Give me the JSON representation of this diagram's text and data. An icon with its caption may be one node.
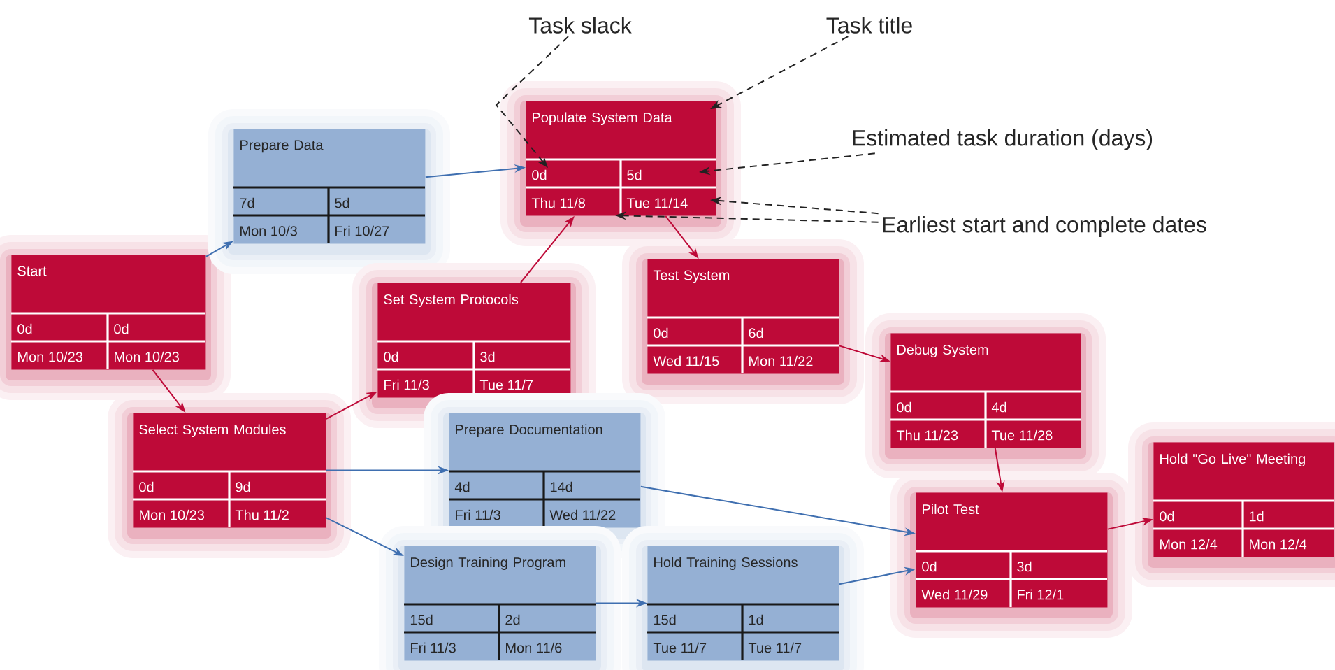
{
  "diagram": {
    "nodes": [
      {
        "text": [
          "Task slack"
        ]
      },
      {
        "text": [
          "Task title"
        ]
      },
      {
        "text": [
          "Start",
          "0d",
          "0d",
          "Mon 10/23",
          "Mon 10/23"
        ]
      },
      {
        "text": [
          "Prepare Data",
          "7d",
          "5d",
          "Mon 10/3",
          "Fri 10/27"
        ]
      },
      {
        "text": [
          "Populate System Data",
          "0d",
          "5d",
          "Thu 11/8",
          "Tue 11/14"
        ]
      },
      {
        "text": [
          "Estimated task duration (days)"
        ]
      },
      {
        "text": [
          "Earliest start and complete dates"
        ]
      },
      {
        "text": [
          "Set System Protocols",
          "0d",
          "3d",
          "Fri 11/3",
          "Tue 11/7"
        ]
      },
      {
        "text": [
          "Test System",
          "0d",
          "6d",
          "Wed 11/15",
          "Mon 11/22"
        ]
      },
      {
        "text": [
          "Select System Modules",
          "0d",
          "9d",
          "Mon 10/23",
          "Thu 11/2"
        ]
      },
      {
        "text": [
          "Debug System",
          "0d",
          "4d",
          "Thu 11/23",
          "Tue 11/28"
        ]
      },
      {
        "text": [
          "Prepare Documentation",
          "4d",
          "14d",
          "Fri 11/3",
          "Wed 11/22"
        ]
      },
      {
        "text": [
          "Pilot Test",
          "0d",
          "3d",
          "Wed 11/29",
          "Fri 12/1"
        ]
      },
      {
        "text": [
          "Hold \"Go Live\" Meeting",
          "0d",
          "1d",
          "Mon 12/4",
          "Mon 12/4"
        ]
      },
      {
        "text": [
          "Design Training Program",
          "15d",
          "2d",
          "Fri 11/3",
          "Mon 11/6"
        ]
      },
      {
        "text": [
          "Hold Training Sessions",
          "15d",
          "1d",
          "Tue 11/7",
          "Tue 11/7"
        ]
      }
    ],
    "edges": [
      {
        "from": 2,
        "to": 3,
        "arrow": "to",
        "color": "#3f6fb0"
      },
      {
        "from": 2,
        "to": 9,
        "arrow": "to",
        "color": "#be0a38"
      },
      {
        "from": 3,
        "to": 4,
        "arrow": "to",
        "color": "#3f6fb0"
      },
      {
        "from": 9,
        "to": 7,
        "arrow": "to",
        "color": "#be0a38"
      },
      {
        "from": 7,
        "to": 4,
        "arrow": "to",
        "color": "#be0a38"
      },
      {
        "from": 4,
        "to": 8,
        "arrow": "to",
        "color": "#be0a38"
      },
      {
        "from": 8,
        "to": 10,
        "arrow": "to",
        "color": "#be0a38"
      },
      {
        "from": 10,
        "to": 12,
        "arrow": "to",
        "color": "#be0a38"
      },
      {
        "from": 9,
        "to": 11,
        "arrow": "to",
        "color": "#3f6fb0"
      },
      {
        "from": 9,
        "to": 14,
        "arrow": "to",
        "color": "#3f6fb0"
      },
      {
        "from": 14,
        "to": 15,
        "arrow": "to",
        "color": "#3f6fb0"
      },
      {
        "from": 15,
        "to": 12,
        "arrow": "to",
        "color": "#3f6fb0"
      },
      {
        "from": 11,
        "to": 12,
        "arrow": "to",
        "color": "#3f6fb0"
      },
      {
        "from": 12,
        "to": 13,
        "arrow": "to",
        "color": "#be0a38"
      },
      {
        "from": 0,
        "to": 4,
        "arrow": "to",
        "style": "dashed",
        "color": "#222222"
      },
      {
        "from": 1,
        "to": 4,
        "arrow": "to",
        "style": "dashed",
        "color": "#222222"
      },
      {
        "from": 5,
        "to": 4,
        "arrow": "to",
        "style": "dashed",
        "color": "#222222"
      },
      {
        "from": 6,
        "to": 4,
        "arrow": "to",
        "style": "dashed",
        "color": "#222222"
      },
      {
        "from": 6,
        "to": 4,
        "arrow": "to",
        "style": "dashed",
        "color": "#222222"
      }
    ]
  }
}
